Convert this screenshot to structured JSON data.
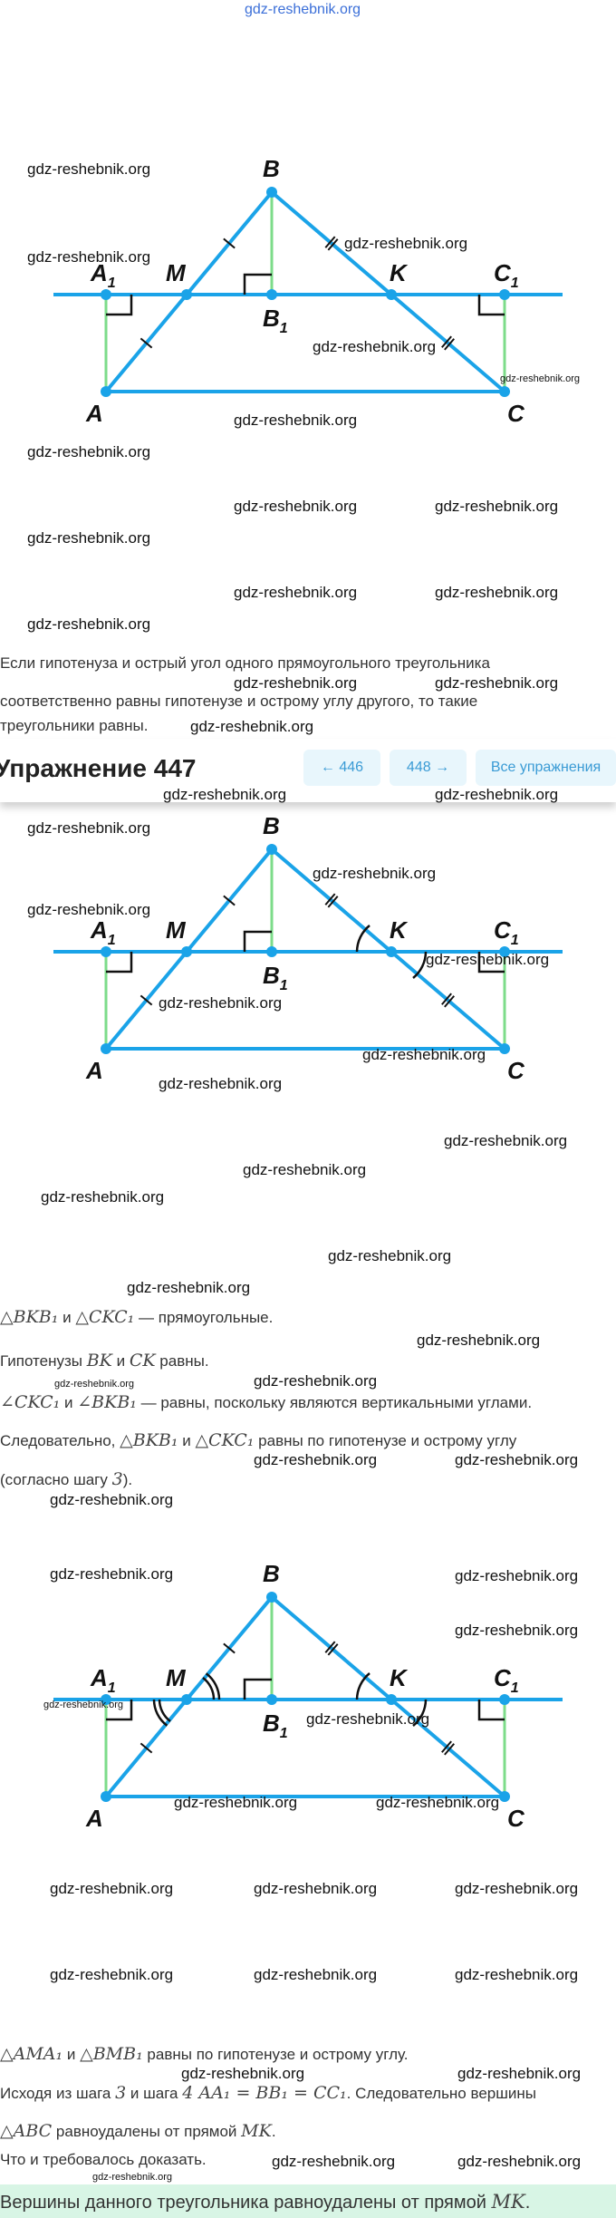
{
  "watermark": "gdz-reshebnik.org",
  "intro": {
    "line1": "Если гипотенуза и острый угол одного прямоугольного треугольника",
    "line2": "соответственно равны гипотенузе и острому углу другого, то такие",
    "line3": "треугольники равны."
  },
  "header": {
    "title": "Упражнение 447",
    "prev": "← 446",
    "next": "448 →",
    "all": "Все упражнения"
  },
  "diagram_labels": {
    "B": "B",
    "A1": "A",
    "M": "M",
    "B1": "B",
    "K": "K",
    "C1": "C",
    "A": "A",
    "C": "C",
    "sub": "1"
  },
  "step2": {
    "l1_math1": "△BKB₁",
    "l1_and": " и ",
    "l1_math2": "△CKC₁",
    "l1_text": " — прямоугольные.",
    "l2_text": "Гипотенузы ",
    "l2_m1": "BK",
    "l2_and": " и ",
    "l2_m2": "CK",
    "l2_end": " равны.",
    "l3_m1": "∠CKC₁",
    "l3_and": " и ",
    "l3_m2": "∠BKB₁",
    "l3_text": " — равны, поскольку являются вертикальными углами.",
    "l4_text": "Следовательно, ",
    "l4_m1": "△BKB₁",
    "l4_and": " и ",
    "l4_m2": "△CKC₁",
    "l4_end": " равны по гипотенузе и острому углу",
    "l5_text": "(согласно шагу ",
    "l5_m": "3",
    "l5_end": ")."
  },
  "step3": {
    "l1_m1": "△AMA₁",
    "l1_and": " и ",
    "l1_m2": "△BMB₁",
    "l1_text": " равны по гипотенузе и острому углу.",
    "l2_text": "Исходя из шага ",
    "l2_m1": "3",
    "l2_mid": " и шага ",
    "l2_m2": "4 AA₁ = BB₁ = CC₁",
    "l2_end": ". Следовательно вершины",
    "l3_m1": "△ABC",
    "l3_text": " равноудалены от прямой ",
    "l3_m2": "MK",
    "l3_end": ".",
    "l4": "Что и требовалось доказать."
  },
  "answer": {
    "text": "Вершины данного треугольника равноудалены от прямой ",
    "math": "MK",
    "end": "."
  },
  "colors": {
    "blue": "#1aa3e8",
    "green": "#7ddc8a",
    "answer_bg": "#d8f5e5",
    "nav_bg": "#e8f6fc"
  }
}
